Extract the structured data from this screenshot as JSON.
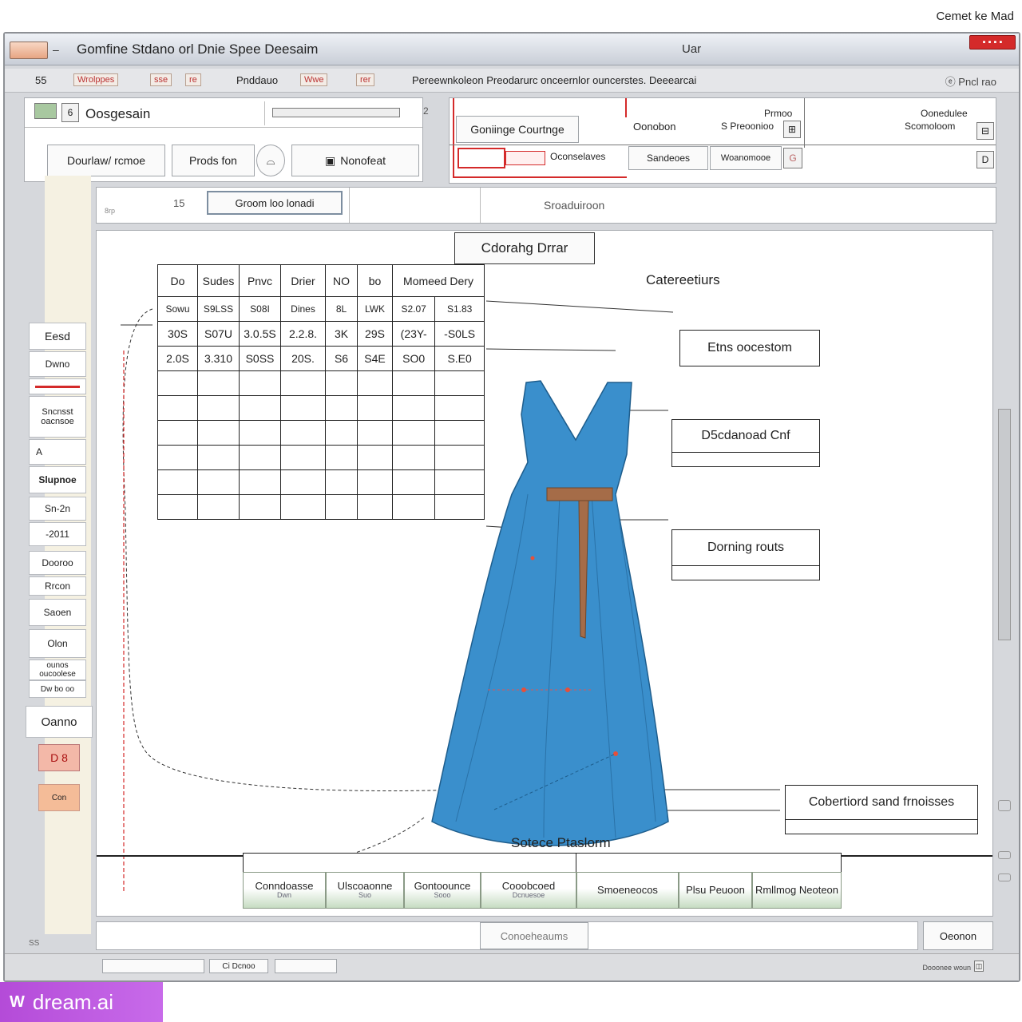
{
  "corner_text": "Cemet ke Mad",
  "titlebar": {
    "title": "Gomfine Stdano orl Dnie Spee Deesaim",
    "user": "Uar",
    "close_label": ""
  },
  "menubar": {
    "items": [
      "55",
      "Wrolppes",
      "sse",
      "re",
      "Pnddauo",
      "Wwe",
      "rer"
    ],
    "description": "Pereewnkoleon Preodarurc onceernlor ouncerstes. Deeearcai",
    "right": "ⓔ Pncl rao"
  },
  "toolbar": {
    "panel_num": "6",
    "panel_label": "Oosgesain",
    "tab_num": "2",
    "btn1": "Dourlaw/ rcmoe",
    "btn2": "Prods fon",
    "btn3": "Nonofeat"
  },
  "right_panel": {
    "tab1": "Goniinge Courtnge",
    "col1": "Oonobon",
    "col2a": "Prmoo",
    "col2b": "S Preoonioo",
    "col3a": "Oonedulee",
    "col3b": "Scomoloom",
    "row_a": "Oconselaves",
    "row_b": "Sandeoes",
    "row_c": "Woanomooe"
  },
  "status_row": {
    "num": "15",
    "button": "Groom loo lonadi",
    "center": "Sroaduiroon",
    "small": "8rp"
  },
  "canvas": {
    "title": "Cdorahg Drrar",
    "label_top": "Catereetiurs"
  },
  "table": {
    "headers": [
      "Do",
      "Sudes",
      "Pnvc",
      "Drier",
      "NO",
      "bo",
      "Momeed Dery"
    ],
    "rows": [
      [
        "Sowu",
        "S9LSS",
        "S08I",
        "Dines",
        "8L",
        "LWK",
        "S2.07",
        "S1.83"
      ],
      [
        "30S",
        "S07U",
        "3.0.5S",
        "2.2.8.",
        "3K",
        "29S",
        "(23Y-",
        "-S0LS"
      ],
      [
        "2.0S",
        "3.310",
        "S0SS",
        "20S.",
        "S6",
        "S4E",
        "SO0",
        "S.E0"
      ]
    ]
  },
  "annotations": [
    "Etns oocestom",
    "D5cdanoad Cnf",
    "Dorning routs",
    "Cobertiord sand frnoisses"
  ],
  "sidebar": {
    "items": [
      "Eesd",
      "Dwno",
      "",
      "Sncnsst oacnsoe",
      "A",
      "Slupnoe",
      "Sn-2n",
      "-2011",
      "Dooroo",
      "Rrcon",
      "Saoen",
      "Olon",
      "ounos oucoolese",
      "Dw bo oo"
    ],
    "bottom_label": "Oanno",
    "badge": "D 8",
    "small_btn": "Con"
  },
  "bottom": {
    "title": "Sotece Ptaslorm",
    "tools": [
      {
        "label": "Conndoasse",
        "sub": "Dwn"
      },
      {
        "label": "Ulscoaonne",
        "sub": "Suo"
      },
      {
        "label": "Gontoounce",
        "sub": "Sooo"
      },
      {
        "label": "Cooobcoed",
        "sub": "Dcnuesoe"
      },
      {
        "label": "Smoeneocos",
        "sub": ""
      },
      {
        "label": "Plsu Peuoon",
        "sub": ""
      },
      {
        "label": "Rmllmog Neoteon",
        "sub": ""
      }
    ]
  },
  "footer": {
    "center_btn": "Conoeheaums",
    "right_btn": "Oeonon",
    "left_num": "SS",
    "tabs": [
      "",
      "Ci Dcnoo",
      ""
    ],
    "right_text": "Dooonee woun"
  },
  "watermark": "dream.ai",
  "colors": {
    "dress": "#3a8fcc",
    "belt": "#a56c48",
    "accent_red": "#d42a2a"
  }
}
